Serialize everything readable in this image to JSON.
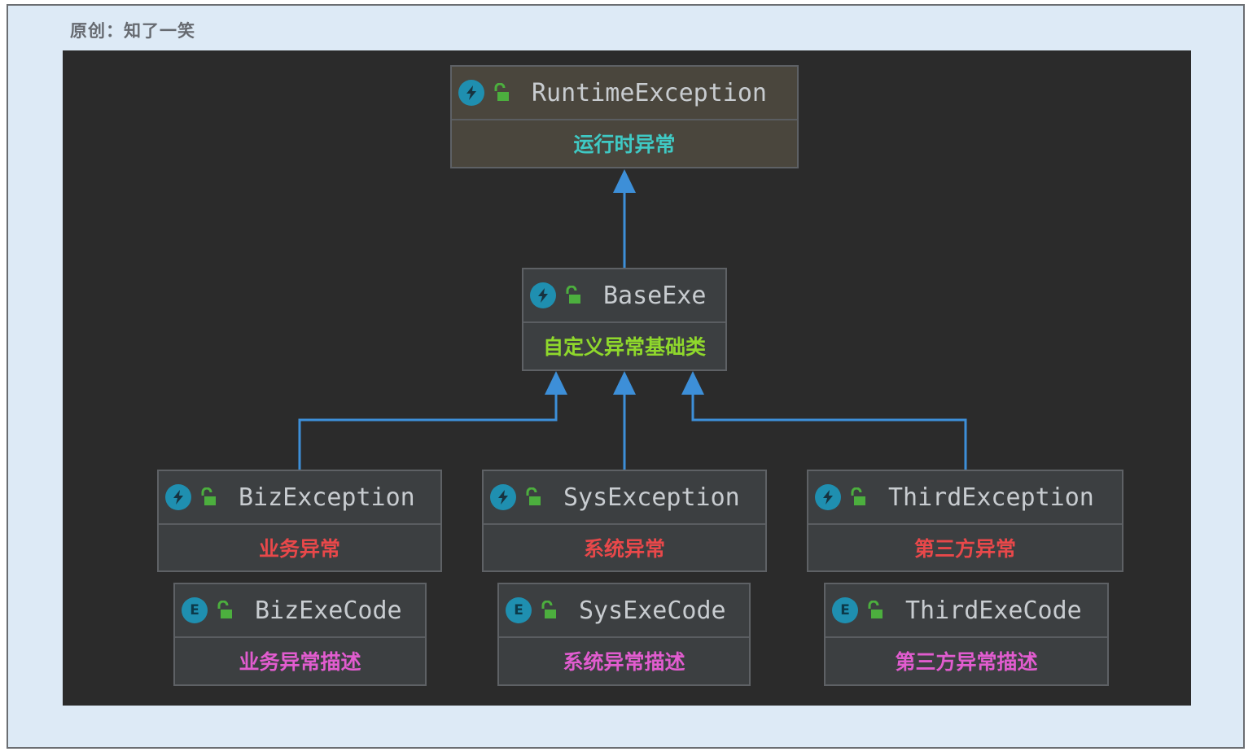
{
  "caption": "原创：知了一笑",
  "colors": {
    "arrow": "#3d8fd8",
    "root_desc": "#3fc9c4",
    "base_desc": "#8fd82c",
    "exception_desc": "#e8484a",
    "code_desc": "#e15ccf"
  },
  "icons": {
    "class": "lightning-icon",
    "enum": "enum-e-icon",
    "visibility": "unlock-icon"
  },
  "nodes": {
    "runtime": {
      "name": "RuntimeException",
      "desc": "运行时异常"
    },
    "base": {
      "name": "BaseExe",
      "desc": "自定义异常基础类"
    },
    "biz": {
      "name": "BizException",
      "desc": "业务异常"
    },
    "sys": {
      "name": "SysException",
      "desc": "系统异常"
    },
    "third": {
      "name": "ThirdException",
      "desc": "第三方异常"
    },
    "biz_code": {
      "name": "BizExeCode",
      "enum_letter": "E",
      "desc": "业务异常描述"
    },
    "sys_code": {
      "name": "SysExeCode",
      "enum_letter": "E",
      "desc": "系统异常描述"
    },
    "third_code": {
      "name": "ThirdExeCode",
      "enum_letter": "E",
      "desc": "第三方异常描述"
    }
  },
  "edges": [
    {
      "from": "base",
      "to": "runtime",
      "type": "extends"
    },
    {
      "from": "biz",
      "to": "base",
      "type": "extends"
    },
    {
      "from": "sys",
      "to": "base",
      "type": "extends"
    },
    {
      "from": "third",
      "to": "base",
      "type": "extends"
    }
  ]
}
